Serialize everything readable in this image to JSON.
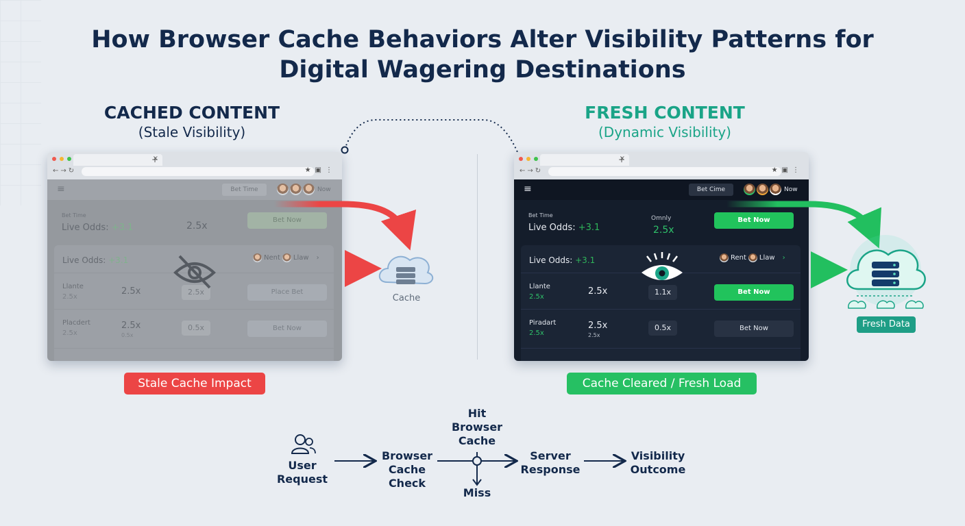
{
  "title": "How Browser Cache Behaviors Alter Visibility Patterns for Digital Wagering Destinations",
  "left_panel": {
    "heading": "CACHED CONTENT",
    "subheading": "(Stale Visibility)",
    "badge": "Stale Cache Impact",
    "cache_label": "Cache",
    "topbar_button": "Bet Time",
    "topbar_now": "Now",
    "bet_time_small": "Bet Time",
    "live_odds_label": "Live Odds:",
    "live_odds_delta": "+3.1",
    "main_multiplier": "2.5x",
    "main_button": "Bet Now",
    "card_live_odds_label": "Live Odds:",
    "card_live_odds_delta": "+3.1",
    "card_names": "Nent",
    "card_names2": "Llaw",
    "rows": [
      {
        "name": "Llante",
        "sub": "2.5x",
        "mult": "2.5x",
        "chip": "2.5x",
        "button": "Place Bet"
      },
      {
        "name": "Placdert",
        "sub": "2.5x",
        "mult": "2.5x",
        "mult_sub": "0.5x",
        "chip": "0.5x",
        "button": "Bet Now"
      }
    ]
  },
  "right_panel": {
    "heading": "FRESH CONTENT",
    "subheading": "(Dynamic Visibility)",
    "badge": "Cache Cleared / Fresh Load",
    "fresh_label": "Fresh Data",
    "topbar_button": "Bet Cime",
    "topbar_now": "Now",
    "bet_time_small": "Bet Time",
    "live_odds_label": "Live Odds:",
    "live_odds_delta": "+3.1",
    "odds_small": "Omnly",
    "main_multiplier": "2.5x",
    "main_button": "Bet Now",
    "card_live_odds_label": "Live Odds:",
    "card_live_odds_delta": "+3.1",
    "card_names": "Rent",
    "card_names2": "Llaw",
    "rows": [
      {
        "name": "Llante",
        "sub": "2.5x",
        "mult": "2.5x",
        "chip": "1.1x",
        "button": "Bet Now"
      },
      {
        "name": "Piradart",
        "sub": "2.5x",
        "mult": "2.5x",
        "mult_sub": "2.5x",
        "chip": "0.5x",
        "button": "Bet Now"
      }
    ]
  },
  "flow": {
    "user_request": [
      "User",
      "Request"
    ],
    "browser_cache_check": [
      "Browser",
      "Cache",
      "Check"
    ],
    "hit_label": "Hit",
    "browser_cache": [
      "Browser",
      "Cache"
    ],
    "miss_label": "Miss",
    "server_response": [
      "Server",
      "Response"
    ],
    "visibility_outcome": [
      "Visibility",
      "Outcome"
    ]
  },
  "colors": {
    "navy": "#13294b",
    "teal": "#1aa487",
    "red": "#ec4545",
    "green": "#26c063"
  }
}
